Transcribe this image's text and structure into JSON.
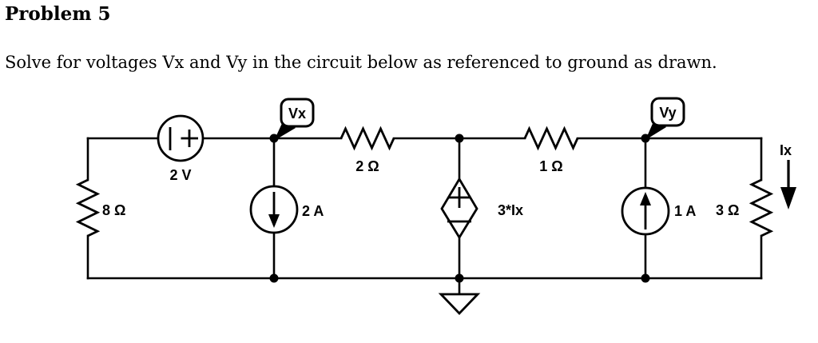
{
  "page": {
    "title": "Problem 5",
    "instruction": "Solve for voltages Vx and Vy in the circuit below as referenced to ground as drawn."
  },
  "circuit": {
    "node_callouts": {
      "vx": "Vx",
      "vy": "Vy"
    },
    "branch_current": {
      "label": "Ix",
      "arrow_direction": "down",
      "location": "right branch through 3 Ω resistor"
    },
    "components": {
      "resistor_left": {
        "type": "resistor",
        "label": "8 Ω",
        "orientation": "vertical"
      },
      "voltage_source": {
        "type": "independent-voltage-source",
        "label": "2 V",
        "polarity_left": "−",
        "polarity_right": "+",
        "orientation": "horizontal"
      },
      "current_source_left": {
        "type": "independent-current-source",
        "label": "2 A",
        "arrow_direction": "down"
      },
      "resistor_top_left": {
        "type": "resistor",
        "label": "2 Ω",
        "orientation": "horizontal"
      },
      "dependent_source": {
        "type": "dependent-voltage-source",
        "shape": "diamond",
        "label": "3*Ix",
        "polarity_top": "+",
        "polarity_bottom": "−"
      },
      "resistor_top_right": {
        "type": "resistor",
        "label": "1 Ω",
        "orientation": "horizontal"
      },
      "current_source_right": {
        "type": "independent-current-source",
        "label": "1 A",
        "arrow_direction": "up"
      },
      "resistor_right": {
        "type": "resistor",
        "label": "3 Ω",
        "orientation": "vertical"
      }
    },
    "ground": {
      "present": true,
      "position": "bottom center node"
    }
  },
  "colors": {
    "ink": "#000000",
    "background": "#ffffff"
  }
}
